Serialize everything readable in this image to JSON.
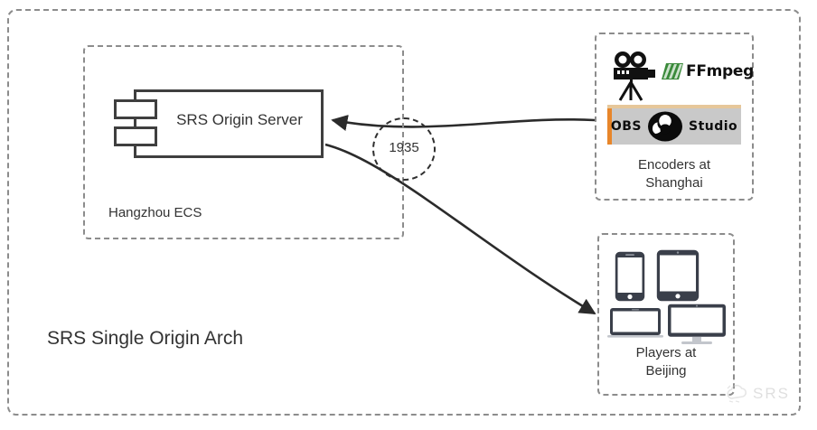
{
  "diagram": {
    "title": "SRS Single Origin Arch",
    "port_label": "1935"
  },
  "groups": {
    "hangzhou": {
      "label": "Hangzhou ECS"
    },
    "encoders": {
      "label": "Encoders at\nShanghai"
    },
    "players": {
      "label": "Players at\nBeijing"
    }
  },
  "nodes": {
    "origin_server": {
      "label": "SRS Origin Server"
    }
  },
  "logos": {
    "ffmpeg": {
      "text": "FFmpeg",
      "mark_color": "#3a8a3a"
    },
    "obs": {
      "word_left": "OBS",
      "word_right": "Studio",
      "band_color": "#c9c9c9"
    }
  },
  "icons": {
    "camera": "movie-camera-icon",
    "phone": "smartphone-icon",
    "tablet": "tablet-icon",
    "laptop": "laptop-icon",
    "desktop": "desktop-monitor-icon"
  },
  "watermark": {
    "text": "SRS"
  },
  "colors": {
    "dashed_border": "#8c8c8c",
    "node_stroke": "#3f3f3f",
    "arrow": "#2b2b2b",
    "device": "#3a3f4a",
    "text": "#333333",
    "ffmpeg_green": "#3a8a3a",
    "obs_orange": "#e8862a",
    "obs_blue": "#7fa6d8"
  }
}
